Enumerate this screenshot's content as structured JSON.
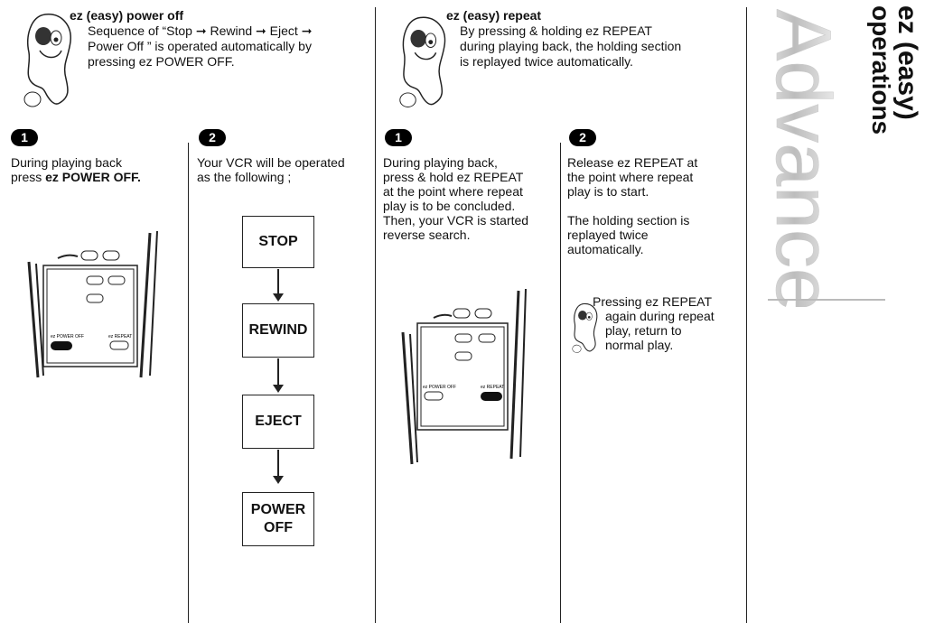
{
  "side_heading": {
    "line1": "ez (easy)",
    "line2": "operations",
    "big_word": "Advanced"
  },
  "power_off": {
    "title": "ez (easy) power off",
    "body_lines": [
      "Sequence of “Stop ➞ Rewind ➞ Eject ➞",
      "Power Off ” is operated automatically by",
      "pressing ez POWER OFF."
    ],
    "step1": {
      "number": "1",
      "line1": "During playing back",
      "line2_prefix": "press ",
      "line2_bold": "ez POWER OFF."
    },
    "step2": {
      "number": "2",
      "line1": "Your VCR will be operated",
      "line2": "as the following ;"
    },
    "flow": [
      "STOP",
      "REWIND",
      "EJECT",
      "POWER OFF"
    ]
  },
  "repeat": {
    "title": "ez (easy) repeat",
    "body_lines": [
      "By pressing & holding ez REPEAT",
      "during playing back, the holding section",
      "is replayed twice automatically."
    ],
    "step1": {
      "number": "1",
      "lines": [
        "During playing back,",
        "press & hold ez REPEAT",
        "at the point where repeat",
        "play is to be concluded.",
        "Then, your VCR is started",
        "reverse search."
      ]
    },
    "step2": {
      "number": "2",
      "lines_a": [
        "Release ez REPEAT at",
        "the point where repeat",
        "play is to start."
      ],
      "lines_b": [
        "The holding section is",
        "replayed twice",
        "automatically."
      ]
    },
    "tip_lines": [
      "Pressing ez REPEAT",
      "again during repeat",
      "play, return to",
      "normal play."
    ]
  },
  "remote_labels": {
    "ez_power_off": "ez POWER OFF",
    "ez_repeat": "ez REPEAT"
  }
}
